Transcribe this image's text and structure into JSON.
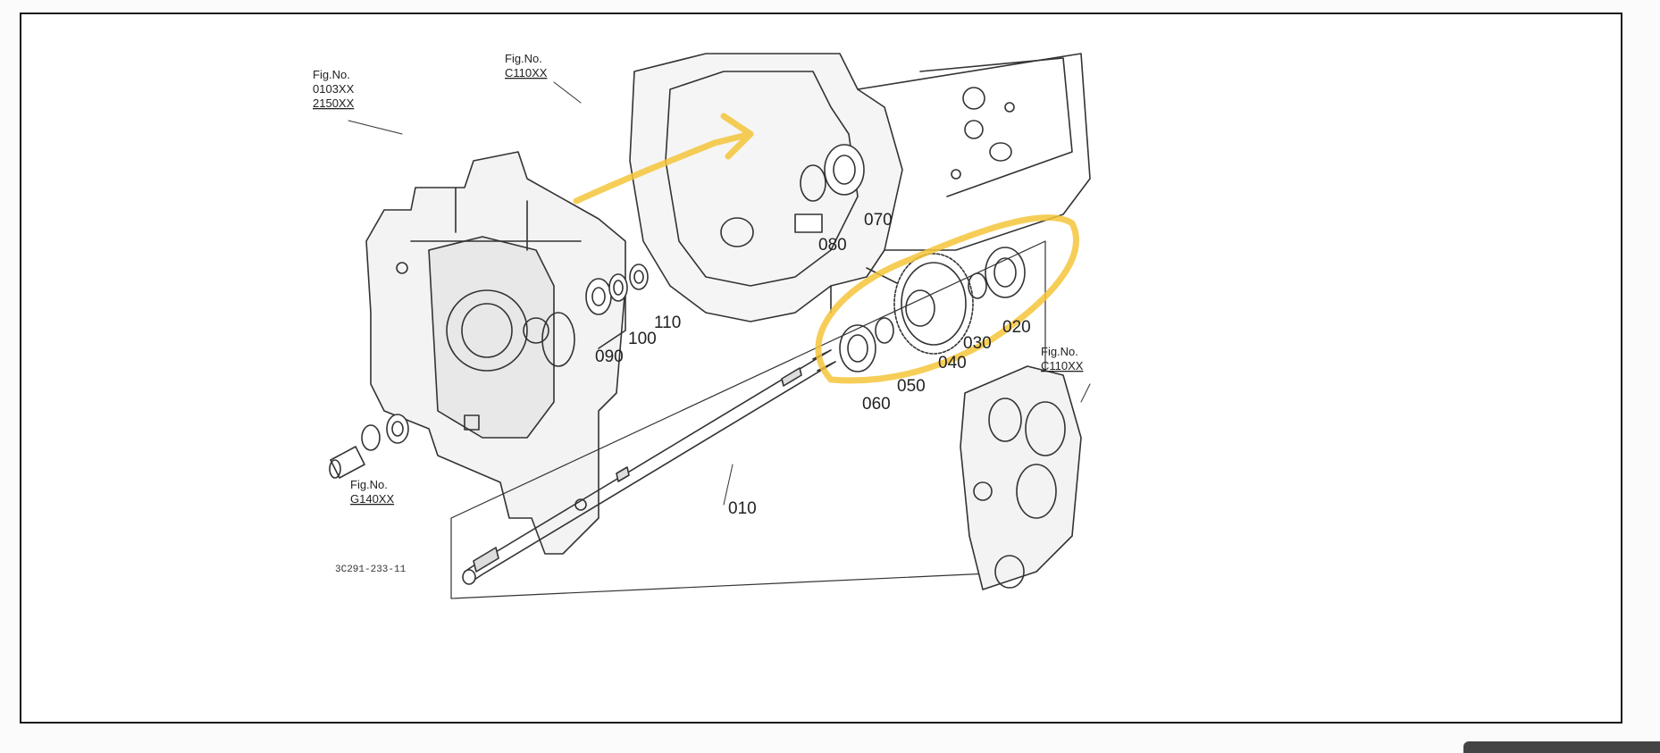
{
  "figure_refs": {
    "top_left": {
      "title": "Fig.No.",
      "line1": "0103XX",
      "line2": "2150XX"
    },
    "top_center": {
      "title": "Fig.No.",
      "line1": "C110XX"
    },
    "bottom_left": {
      "title": "Fig.No.",
      "line1": "G140XX"
    },
    "right": {
      "title": "Fig.No.",
      "line1": "C110XX"
    }
  },
  "part_numbers": [
    "010",
    "020",
    "030",
    "040",
    "050",
    "060",
    "070",
    "080",
    "090",
    "100",
    "110"
  ],
  "diagram_code": "3C291-233-11",
  "colors": {
    "highlight": "#f4c53a",
    "line": "#333333"
  }
}
